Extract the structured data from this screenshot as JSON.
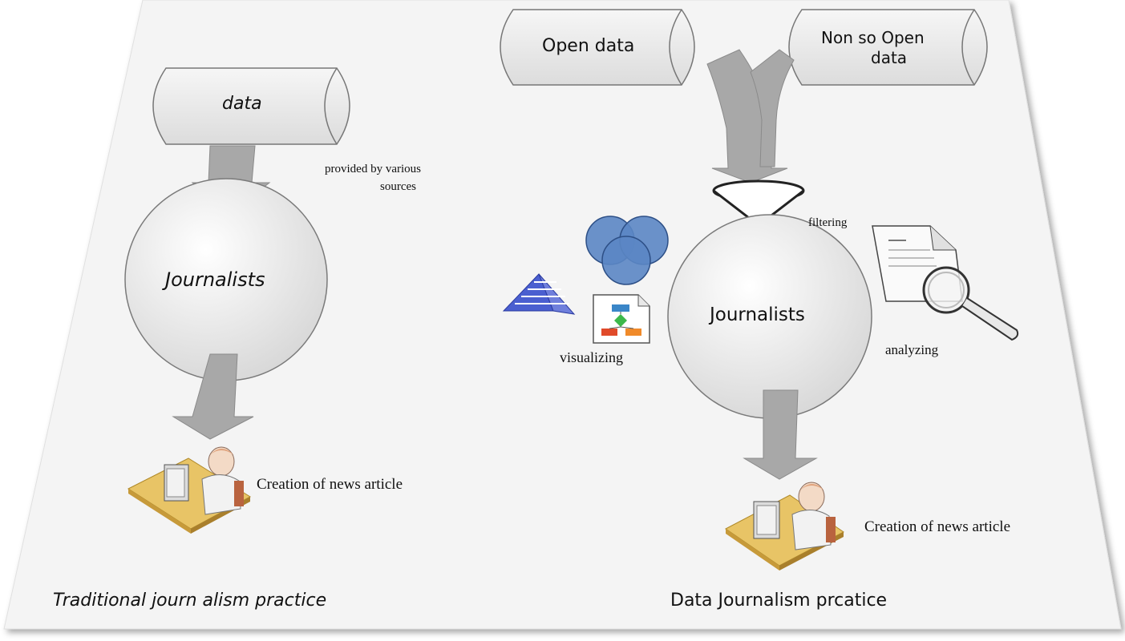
{
  "left": {
    "data_label": "data",
    "source_label_line1": "provided by various",
    "source_label_line2": "sources",
    "journalists_label": "Journalists",
    "output_label": "Creation of news article",
    "caption": "Traditional journ alism practice"
  },
  "right": {
    "open_data_label": "Open data",
    "non_open_line1": "Non so Open",
    "non_open_line2": "data",
    "filter_label": "filtering",
    "journalists_label": "Journalists",
    "visualize_label": "visualizing",
    "analyze_label": "analyzing",
    "output_label": "Creation of news article",
    "caption": "Data Journalism prcatice"
  },
  "colors": {
    "panel": "#f4f4f4",
    "arrow": "#a8a8a8",
    "venn_blue": "#5b86c4",
    "pyramid_blue": "#4a5fd0",
    "desk": "#e8c466"
  }
}
